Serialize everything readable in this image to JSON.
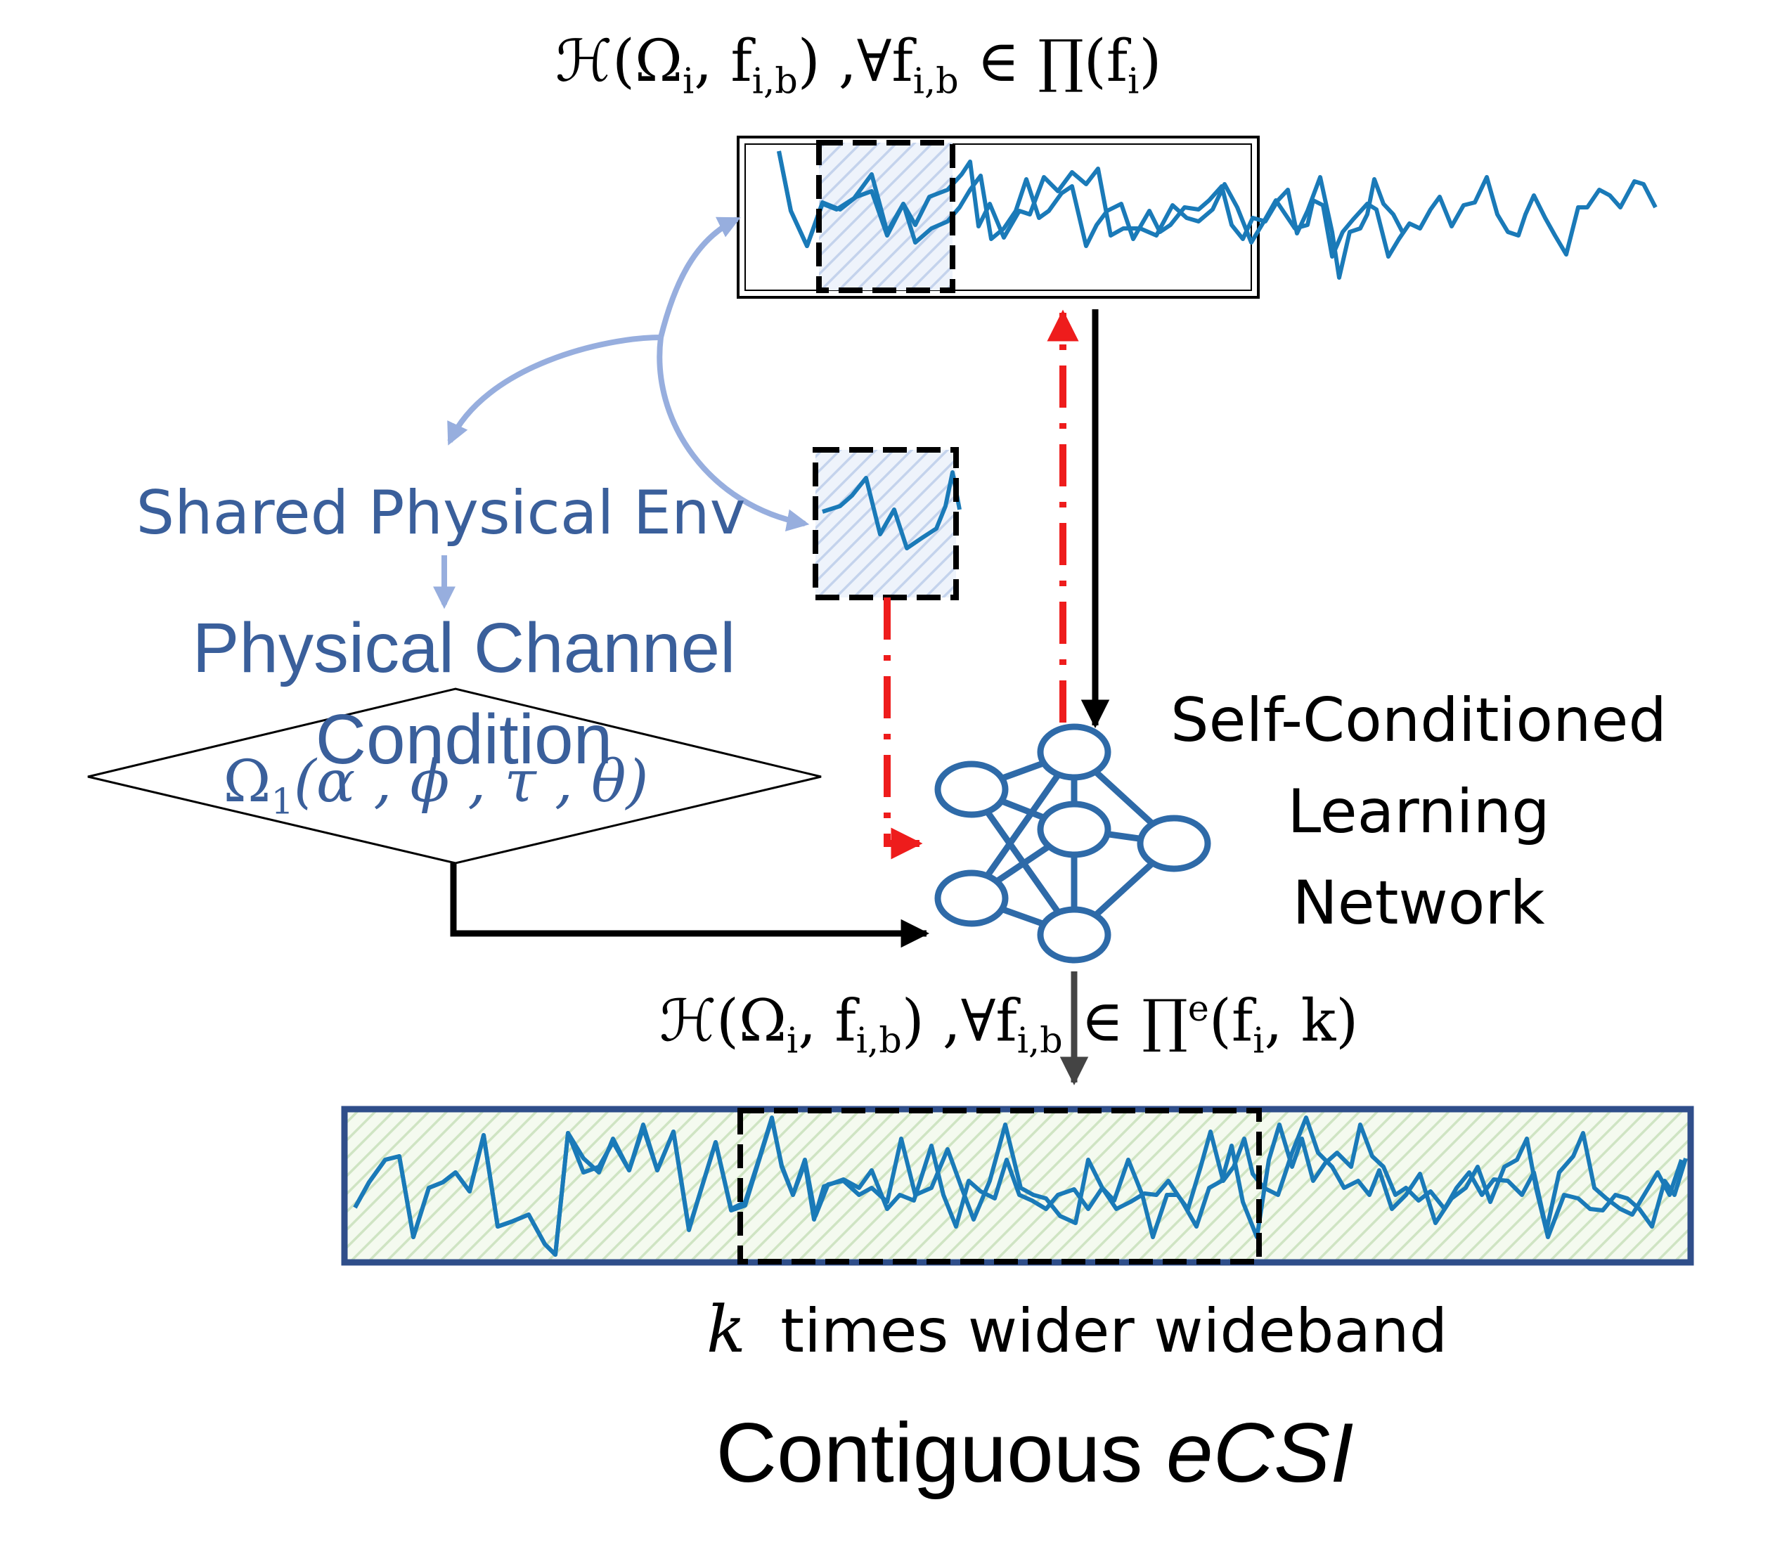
{
  "colors": {
    "wave": "#1a7ab8",
    "light_arrow": "#97aede",
    "env_text": "#3a5f9b",
    "red_dash": "#ee1c1c",
    "black": "#000000",
    "network": "#2e6aa8",
    "wide_border": "#2f4e8a",
    "green_hatch": "#cfe3c4",
    "blue_hatch": "#cfdcef"
  },
  "labels": {
    "top_eq": {
      "a": "ℋ(Ω",
      "a_sub": "i",
      "b": ", f",
      "b_sub": "i,b",
      "c": ") ,∀f",
      "c_sub": "i,b",
      "d": " ∈ ∏(f",
      "d_sub": "i",
      "e": ")"
    },
    "shared_env": "Shared Physical Env",
    "channel_line1": "Physical Channel",
    "channel_line2": "Condition",
    "omega": {
      "a": "Ω",
      "a_sub": "1",
      "b": "(α , ϕ , τ , θ)"
    },
    "network_line1": "Self-Conditioned",
    "network_line2": "Learning",
    "network_line3": "Network",
    "bottom_eq": {
      "a": "ℋ(Ω",
      "a_sub": "i",
      "b": ", f",
      "b_sub": "i,b",
      "c": ") ,∀f",
      "c_sub": "i,b",
      "d": " ∈ ∏",
      "d_sup": "e",
      "e": "(f",
      "e_sub": "i",
      "f": ", k)"
    },
    "k_symbol": "k",
    "k_text": "times wider wideband",
    "caption_main": "Contiguous ",
    "caption_italic": "eCSI"
  },
  "icons": {
    "network": "neural-network-icon",
    "waveform": "waveform-icon"
  }
}
